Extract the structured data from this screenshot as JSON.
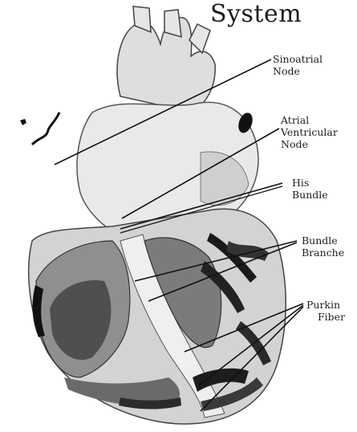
{
  "title": "System",
  "labels": {
    "sinoatrial_1": "Sinoatrial",
    "sinoatrial_2": "Node",
    "av_1": "Atrial",
    "av_2": "Ventricular",
    "av_3": "Node",
    "his_1": "His",
    "his_2": "Bundle",
    "bb_1": "Bundle",
    "bb_2": "Branche",
    "pk_1": "Purkin",
    "pk_2": "Fiber"
  },
  "colors": {
    "ink": "#1a1a1a",
    "tissue_light": "#d8d8d8",
    "tissue_mid": "#a9a9a9",
    "tissue_dark": "#5a5a5a",
    "tissue_black": "#111111"
  }
}
